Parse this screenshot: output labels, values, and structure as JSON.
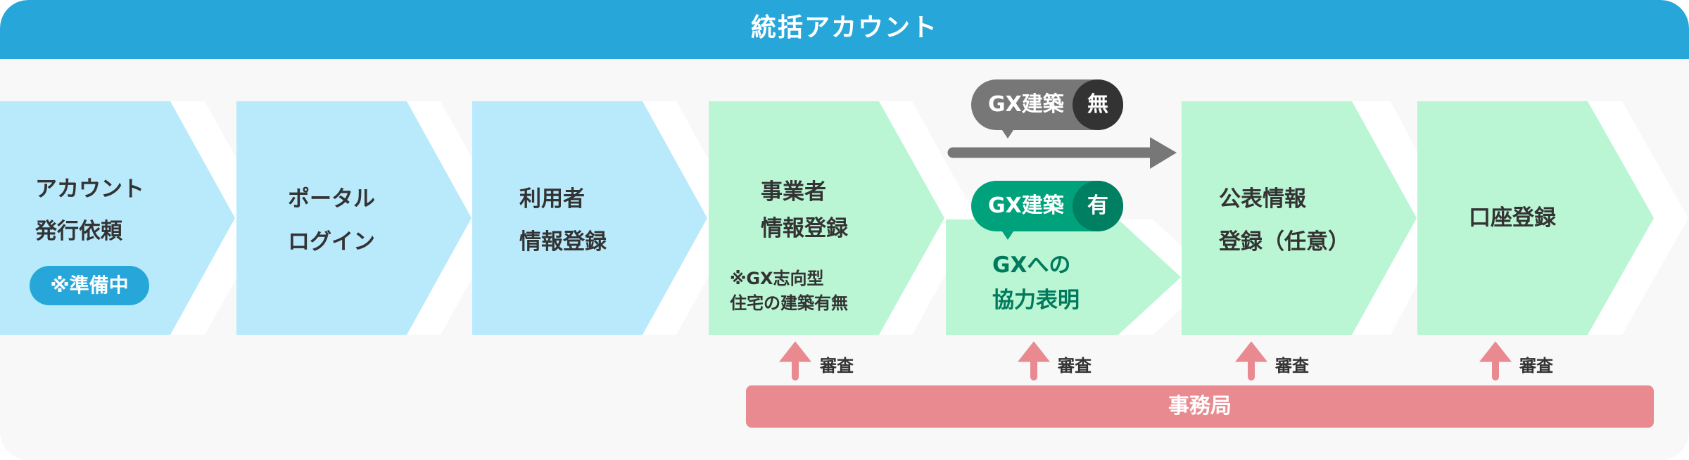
{
  "header": {
    "title": "統括アカウント"
  },
  "colors": {
    "header": "#27a7d9",
    "blue_step": "#b8eafc",
    "green_step": "#baf5d4",
    "review": "#e88a8f",
    "gx_yes": "#00a27c",
    "gx_no": "#777777"
  },
  "steps": [
    {
      "line1": "アカウント",
      "line2": "発行依頼",
      "badge": "※準備中"
    },
    {
      "line1": "ポータル",
      "line2": "ログイン"
    },
    {
      "line1": "利用者",
      "line2": "情報登録"
    },
    {
      "line1": "事業者",
      "line2": "情報登録",
      "note1": "※GX志向型",
      "note2": "住宅の建築有無"
    },
    {
      "line1": "GXへの",
      "line2": "協力表明"
    },
    {
      "line1": "公表情報",
      "line2": "登録（任意）"
    },
    {
      "line1": "口座登録"
    }
  ],
  "branches": {
    "no": {
      "label": "GX建築",
      "mark": "無"
    },
    "yes": {
      "label": "GX建築",
      "mark": "有"
    }
  },
  "review_label": "審査",
  "office": "事務局"
}
